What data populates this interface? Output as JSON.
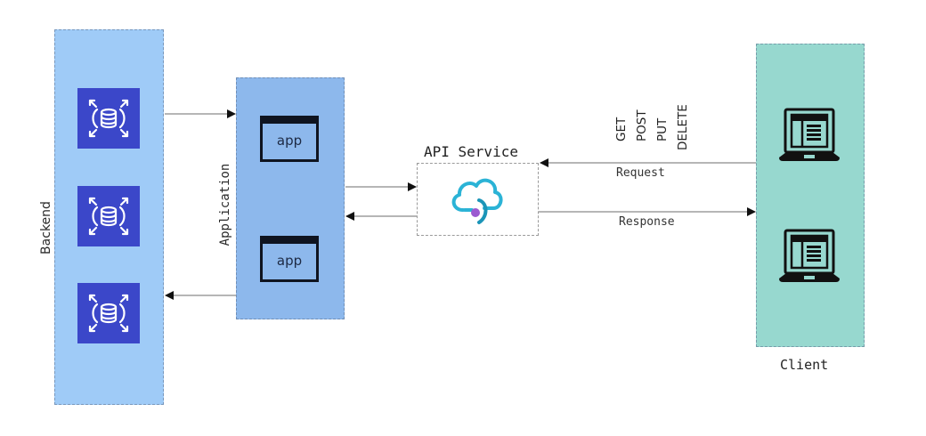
{
  "diagram": {
    "groups": {
      "backend": {
        "label": "Backend",
        "color": "#9fcbf7",
        "items": [
          "database-icon",
          "database-icon",
          "database-icon"
        ]
      },
      "application": {
        "label": "Application",
        "color": "#8db8ec",
        "items": [
          {
            "label": "app"
          },
          {
            "label": "app"
          }
        ]
      },
      "api_service": {
        "label": "API Service",
        "icon": "cloud-api-icon"
      },
      "client": {
        "label": "Client",
        "color": "#97d8cf",
        "items": [
          "laptop-icon",
          "laptop-icon"
        ]
      }
    },
    "http_methods": [
      "GET",
      "POST",
      "PUT",
      "DELETE"
    ],
    "edges": [
      {
        "from": "backend",
        "to": "application",
        "label": ""
      },
      {
        "from": "application",
        "to": "backend",
        "label": ""
      },
      {
        "from": "application",
        "to": "api_service",
        "label": ""
      },
      {
        "from": "api_service",
        "to": "application",
        "label": ""
      },
      {
        "from": "client",
        "to": "api_service",
        "label": "Request"
      },
      {
        "from": "api_service",
        "to": "client",
        "label": "Response"
      }
    ],
    "colors": {
      "db_icon": "#3b47c9",
      "cloud": "#2bb3d6",
      "cloud_dot": "#9b59d0"
    }
  }
}
